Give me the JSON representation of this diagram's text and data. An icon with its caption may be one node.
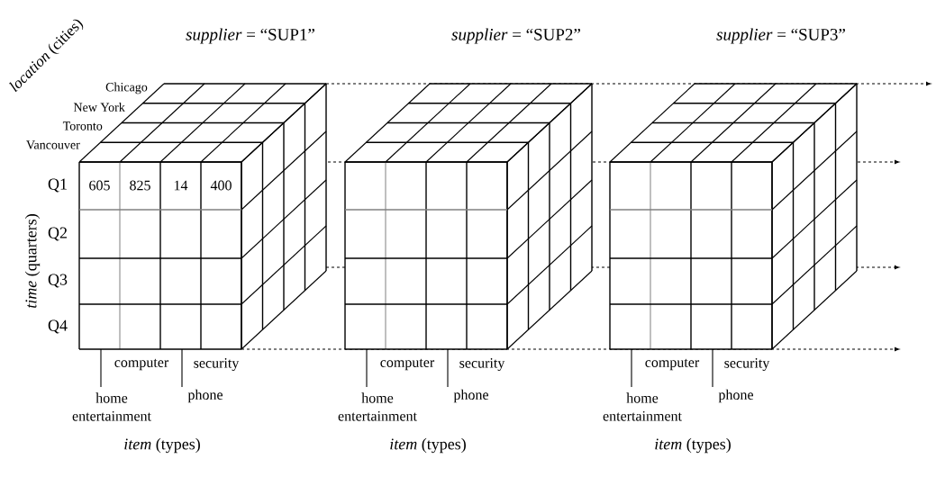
{
  "diagram": {
    "labels": [
      "*location* (cities)",
      "*supplier* = “SUP1”",
      "*supplier* = “SUP2”",
      "*supplier* = “SUP3”",
      "Chicago",
      "New York",
      "Toronto",
      "Vancouver",
      "*time* (quarters)",
      "Q1",
      "605",
      "825",
      "14",
      "400",
      "Q2",
      "Q3",
      "Q4",
      "computer",
      "security",
      "home entertainment",
      "phone",
      "*item* (types)",
      "computer",
      "security",
      "home entertainment",
      "phone",
      "*item* (types)",
      "computer",
      "security",
      "home entertainment",
      "phone",
      "*item* (types)"
    ]
  }
}
